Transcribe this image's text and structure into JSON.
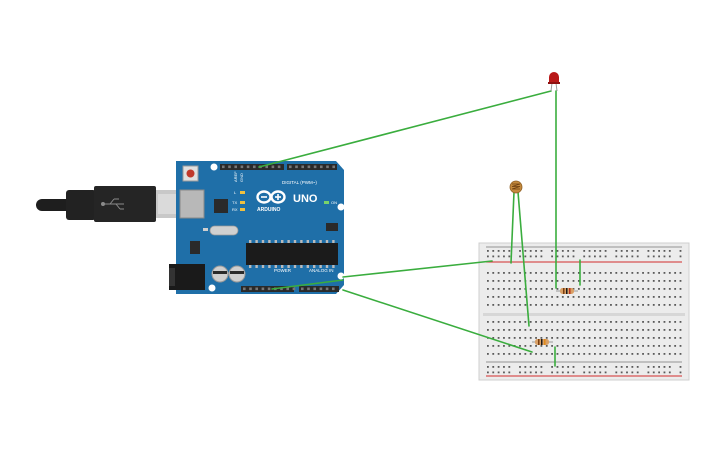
{
  "arduino": {
    "model_label": "UNO",
    "brand_label": "ARDUINO",
    "digital_label": "DIGITAL (PWM~)",
    "power_label": "POWER",
    "analog_label": "ANALOG IN",
    "aref_label": "AREF",
    "gnd_label": "GND",
    "tx_label": "TX",
    "rx_label": "RX",
    "l_label": "L",
    "on_label": "ON",
    "board_color": "#1f6fa8",
    "header_color": "#2a2a2a"
  },
  "usb_cable": {
    "cable_color": "#1e1e1e",
    "plug_color": "#c8c8c8"
  },
  "led": {
    "color": "#b81818"
  },
  "photoresistor": {
    "color": "#c48a3e"
  },
  "resistors": {
    "body_color": "#d9a066"
  },
  "breadboard": {
    "body_color": "#ececec",
    "plus_rail_color": "#d22b2b",
    "minus_rail_color": "#3a3a3a"
  },
  "wires": {
    "color": "#3aad3e"
  }
}
